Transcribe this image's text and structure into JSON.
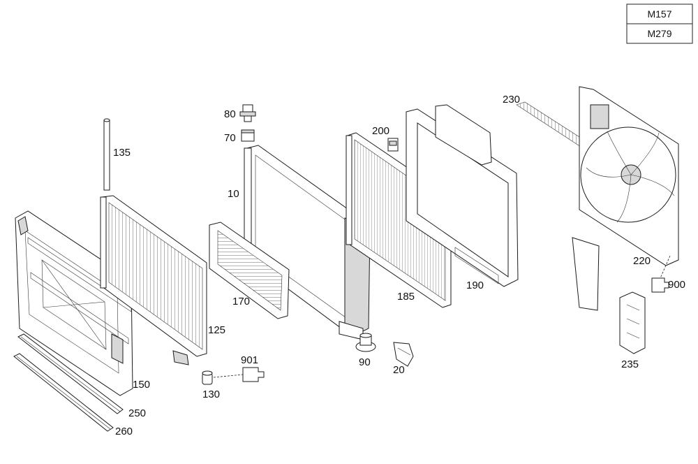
{
  "engine_box": [
    "M157",
    "M279"
  ],
  "parts": [
    {
      "id": "p10",
      "label": "10"
    },
    {
      "id": "p20",
      "label": "20"
    },
    {
      "id": "p70",
      "label": "70"
    },
    {
      "id": "p80",
      "label": "80"
    },
    {
      "id": "p90",
      "label": "90"
    },
    {
      "id": "p125",
      "label": "125"
    },
    {
      "id": "p130",
      "label": "130"
    },
    {
      "id": "p135",
      "label": "135"
    },
    {
      "id": "p150",
      "label": "150"
    },
    {
      "id": "p170",
      "label": "170"
    },
    {
      "id": "p185",
      "label": "185"
    },
    {
      "id": "p190",
      "label": "190"
    },
    {
      "id": "p200",
      "label": "200"
    },
    {
      "id": "p220",
      "label": "220"
    },
    {
      "id": "p230",
      "label": "230"
    },
    {
      "id": "p235",
      "label": "235"
    },
    {
      "id": "p250",
      "label": "250"
    },
    {
      "id": "p260",
      "label": "260"
    },
    {
      "id": "p900",
      "label": "900"
    },
    {
      "id": "p901",
      "label": "901"
    }
  ]
}
